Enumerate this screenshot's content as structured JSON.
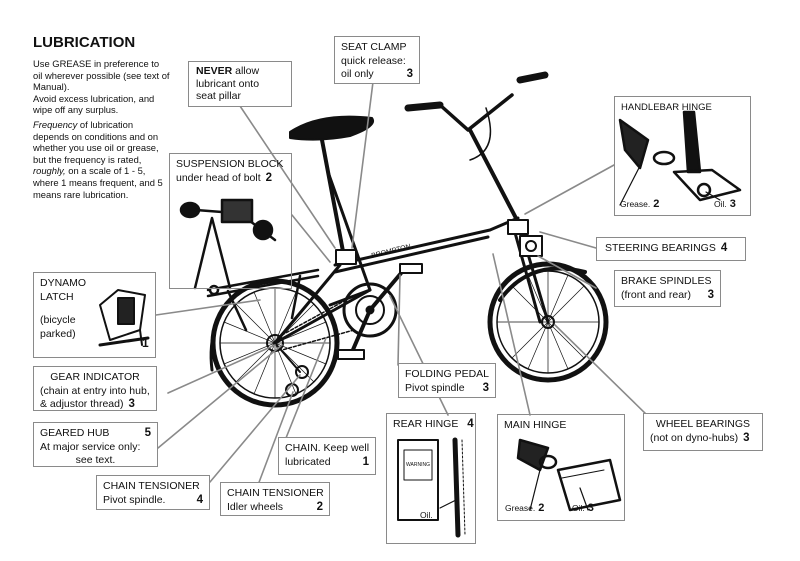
{
  "intro": {
    "title": "LUBRICATION",
    "p1_lines": [
      "Use GREASE in preference",
      "to oil wherever possible (see",
      "text of Manual).",
      "Avoid excess lubrication, and",
      "wipe off any surplus."
    ],
    "p2_italic": "Frequency",
    "p2_rest": "of lubrication depends on conditions and on whether you use oil or grease, but the frequency is rated,",
    "p2_italic2": "roughly,",
    "p2_end": "on a scale of 1 - 5, where 1 means frequent, and 5 means rare lubrication."
  },
  "callouts": {
    "never": {
      "bold": "NEVER",
      "rest1": " allow",
      "line2": "lubricant onto",
      "line3": "seat pillar"
    },
    "seat_clamp": {
      "line1": "SEAT CLAMP",
      "line2": "quick release:",
      "line3": "oil only",
      "num": "3"
    },
    "suspension": {
      "line1": "SUSPENSION BLOCK",
      "line2": "under head of bolt",
      "num": "2"
    },
    "handlebar": {
      "title": "HANDLEBAR HINGE",
      "grease": "Grease.",
      "grease_num": "2",
      "oil": "Oil.",
      "oil_num": "3"
    },
    "steering": {
      "label": "STEERING BEARINGS",
      "num": "4"
    },
    "brake": {
      "line1": "BRAKE SPINDLES",
      "line2": "(front and rear)",
      "num": "3"
    },
    "dynamo": {
      "line1": "DYNAMO",
      "line2": "LATCH",
      "line3": "(bicycle",
      "line4": "parked)",
      "num": "1"
    },
    "gear_indicator": {
      "line1": "GEAR INDICATOR",
      "line2": "(chain at entry into hub,",
      "line3": "& adjustor thread)",
      "num": "3"
    },
    "folding_pedal": {
      "line1": "FOLDING PEDAL",
      "line2": "Pivot spindle",
      "num": "3"
    },
    "geared_hub": {
      "line1": "GEARED HUB",
      "num": "5",
      "line2": "At major service only:",
      "line3": "see text."
    },
    "chain": {
      "line1": "CHAIN. Keep well",
      "line2": "lubricated",
      "num": "1"
    },
    "rear_hinge": {
      "title": "REAR HINGE",
      "num": "4",
      "oil": "Oil."
    },
    "main_hinge": {
      "title": "MAIN HINGE",
      "grease": "Grease.",
      "grease_num": "2",
      "oil": "Oil.",
      "oil_num": "3"
    },
    "wheel_bearings": {
      "line1": "WHEEL BEARINGS",
      "line2": "(not on dyno-hubs)",
      "num": "3"
    },
    "tensioner_pivot": {
      "line1": "CHAIN TENSIONER",
      "line2": "Pivot spindle.",
      "num": "4"
    },
    "tensioner_idler": {
      "line1": "CHAIN TENSIONER",
      "line2": "Idler wheels",
      "num": "2"
    }
  },
  "frame_lettering": "BROMPTON",
  "rear_hinge_plate": "WARNING"
}
